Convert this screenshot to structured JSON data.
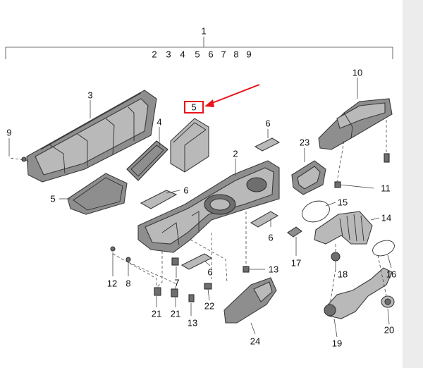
{
  "callouts": [
    {
      "id": "c-1",
      "text": "1"
    },
    {
      "id": "c-2-top",
      "text": "2"
    },
    {
      "id": "c-3-top",
      "text": "3"
    },
    {
      "id": "c-4-top",
      "text": "4"
    },
    {
      "id": "c-5-top",
      "text": "5"
    },
    {
      "id": "c-6-top",
      "text": "6"
    },
    {
      "id": "c-7-top",
      "text": "7"
    },
    {
      "id": "c-8-top",
      "text": "8"
    },
    {
      "id": "c-9-top",
      "text": "9"
    },
    {
      "id": "c-10",
      "text": "10"
    },
    {
      "id": "c-3",
      "text": "3"
    },
    {
      "id": "c-5-highlight",
      "text": "5"
    },
    {
      "id": "c-9",
      "text": "9"
    },
    {
      "id": "c-4",
      "text": "4"
    },
    {
      "id": "c-6-a",
      "text": "6"
    },
    {
      "id": "c-23",
      "text": "23"
    },
    {
      "id": "c-2",
      "text": "2"
    },
    {
      "id": "c-5",
      "text": "5"
    },
    {
      "id": "c-6-b",
      "text": "6"
    },
    {
      "id": "c-11",
      "text": "11"
    },
    {
      "id": "c-15",
      "text": "15"
    },
    {
      "id": "c-14",
      "text": "14"
    },
    {
      "id": "c-6-c",
      "text": "6"
    },
    {
      "id": "c-17",
      "text": "17"
    },
    {
      "id": "c-13-a",
      "text": "13"
    },
    {
      "id": "c-16",
      "text": "16"
    },
    {
      "id": "c-18",
      "text": "18"
    },
    {
      "id": "c-7",
      "text": "7"
    },
    {
      "id": "c-6-d",
      "text": "6"
    },
    {
      "id": "c-12",
      "text": "12"
    },
    {
      "id": "c-8",
      "text": "8"
    },
    {
      "id": "c-21-a",
      "text": "21"
    },
    {
      "id": "c-21-b",
      "text": "21"
    },
    {
      "id": "c-22",
      "text": "22"
    },
    {
      "id": "c-13-b",
      "text": "13"
    },
    {
      "id": "c-20",
      "text": "20"
    },
    {
      "id": "c-24",
      "text": "24"
    },
    {
      "id": "c-19",
      "text": "19"
    }
  ],
  "colors": {
    "highlight": "#e8141a",
    "part_light": "#b9b9b9",
    "part_mid": "#8e8e8e",
    "part_dark": "#6e6e6e",
    "side_panel": "#ececec"
  }
}
